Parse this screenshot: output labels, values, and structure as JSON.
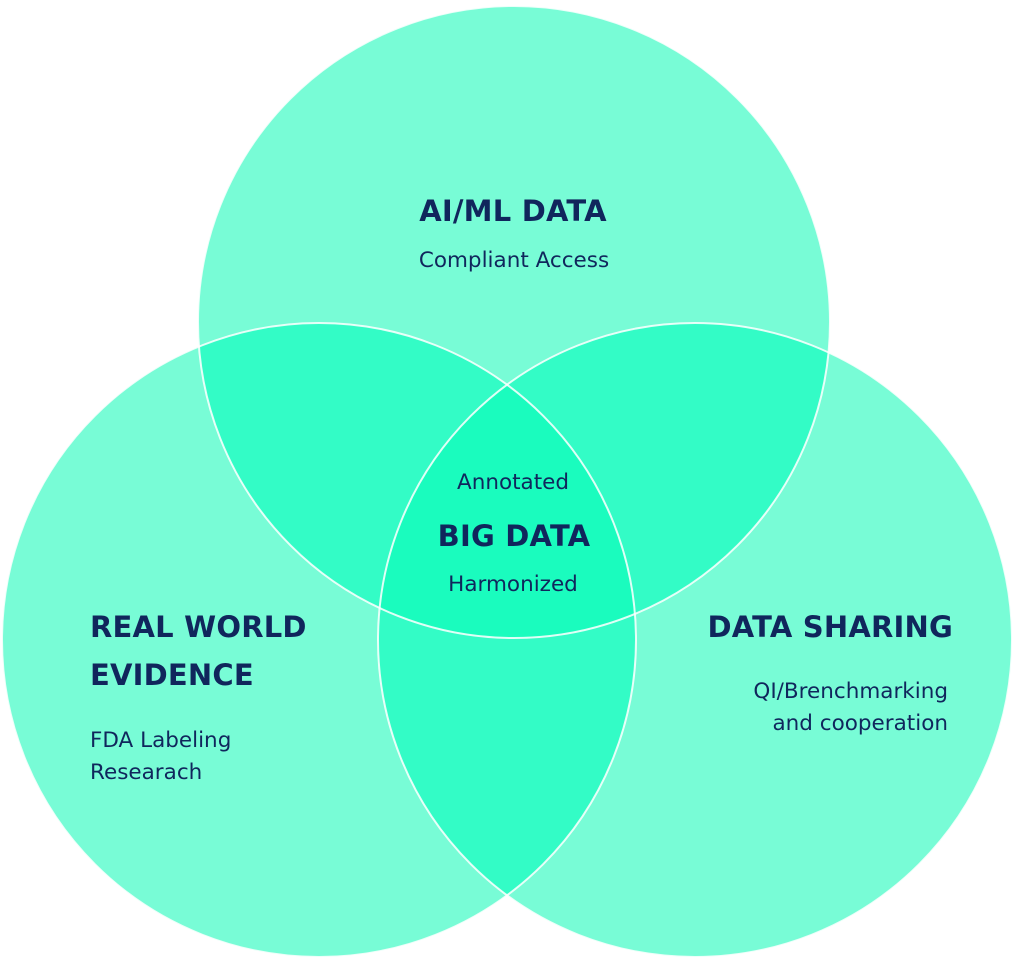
{
  "colors": {
    "circle_fill": "#78fcd6",
    "overlap_two": "#33fcc6",
    "overlap_three": "#1afcbe",
    "circle_stroke": "#ffffff",
    "text": "#10265c"
  },
  "circles": {
    "top": {
      "title": "AI/ML DATA",
      "subtitle": "Compliant Access"
    },
    "left": {
      "title_line1": "REAL WORLD",
      "title_line2": "EVIDENCE",
      "subtitle_line1": "FDA Labeling",
      "subtitle_line2": "Researach"
    },
    "right": {
      "title": "DATA SHARING",
      "subtitle_line1": "QI/Brenchmarking",
      "subtitle_line2": "and cooperation"
    }
  },
  "center": {
    "top_text": "Annotated",
    "title": "BIG DATA",
    "bottom_text": "Harmonized"
  }
}
